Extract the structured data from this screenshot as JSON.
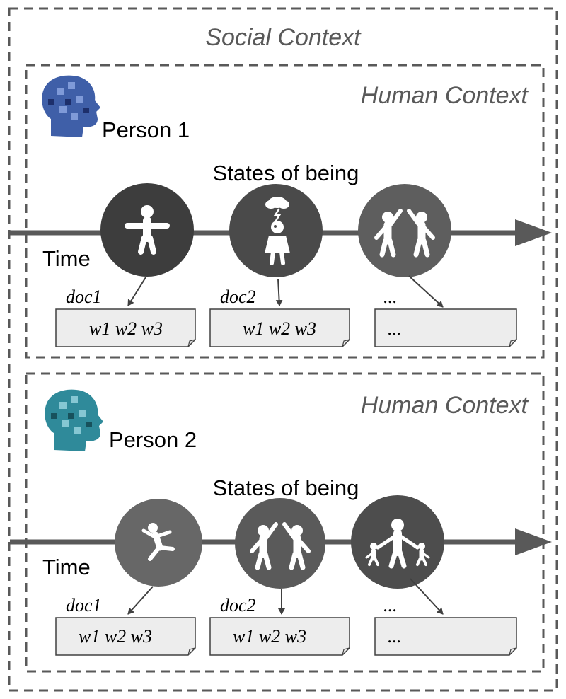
{
  "social_context": {
    "title": "Social Context"
  },
  "persons": [
    {
      "human_context_label": "Human Context",
      "name": "Person 1",
      "head_color": "#3f5fa8",
      "states_label": "States of being",
      "time_label": "Time",
      "states": [
        {
          "icon": "person-arms-outstretched-icon",
          "color": "#3d3d3d"
        },
        {
          "icon": "person-with-storm-cloud-icon",
          "color": "#4a4a4a"
        },
        {
          "icon": "two-people-high-five-icon",
          "color": "#5e5e5e"
        }
      ],
      "docs": [
        {
          "label": "doc1",
          "words": "w1 w2 w3"
        },
        {
          "label": "doc2",
          "words": "w1 w2 w3"
        },
        {
          "label": "...",
          "words": "..."
        }
      ]
    },
    {
      "human_context_label": "Human Context",
      "name": "Person 2",
      "head_color": "#2f8a9a",
      "states_label": "States of being",
      "time_label": "Time",
      "states": [
        {
          "icon": "person-jumping-icon",
          "color": "#676767"
        },
        {
          "icon": "two-people-high-five-icon",
          "color": "#5a5a5a"
        },
        {
          "icon": "family-adult-with-children-icon",
          "color": "#4d4d4d"
        }
      ],
      "docs": [
        {
          "label": "doc1",
          "words": "w1 w2 w3"
        },
        {
          "label": "doc2",
          "words": "w1 w2 w3"
        },
        {
          "label": "...",
          "words": "..."
        }
      ]
    }
  ]
}
